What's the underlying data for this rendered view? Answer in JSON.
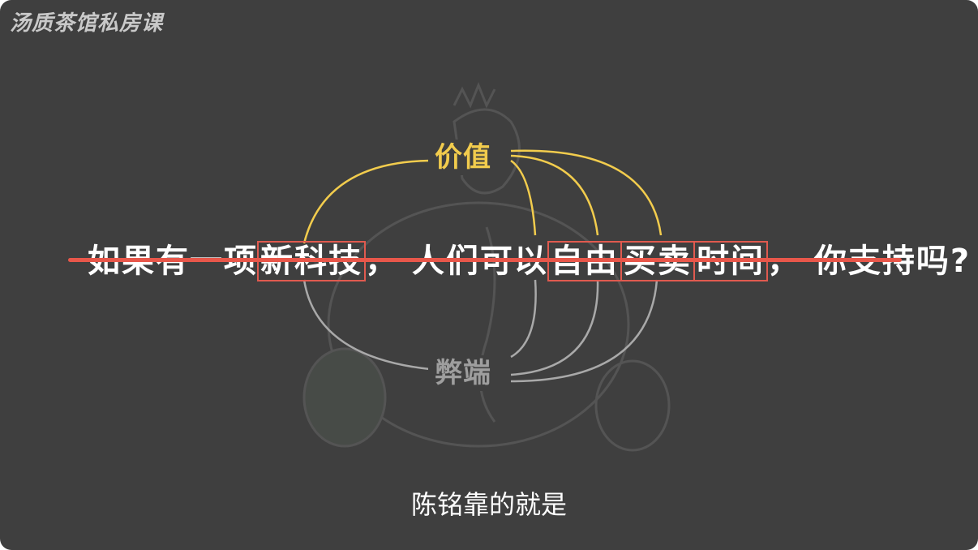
{
  "logo": {
    "text": "汤质茶馆私房课"
  },
  "diagram": {
    "top_label": "价值",
    "bottom_label": "弊端",
    "colors": {
      "value": "#f2cc4d",
      "drawback": "#9e9e9e",
      "highlight": "#e05a4f"
    }
  },
  "question": {
    "part1": "如果有一项",
    "box1": "新科技",
    "part2": "，  人们可以",
    "box2": "自由",
    "box3": "买卖",
    "box4": "时间",
    "part3": "，  你支持吗?"
  },
  "subtitle": {
    "text": "陈铭靠的就是"
  }
}
